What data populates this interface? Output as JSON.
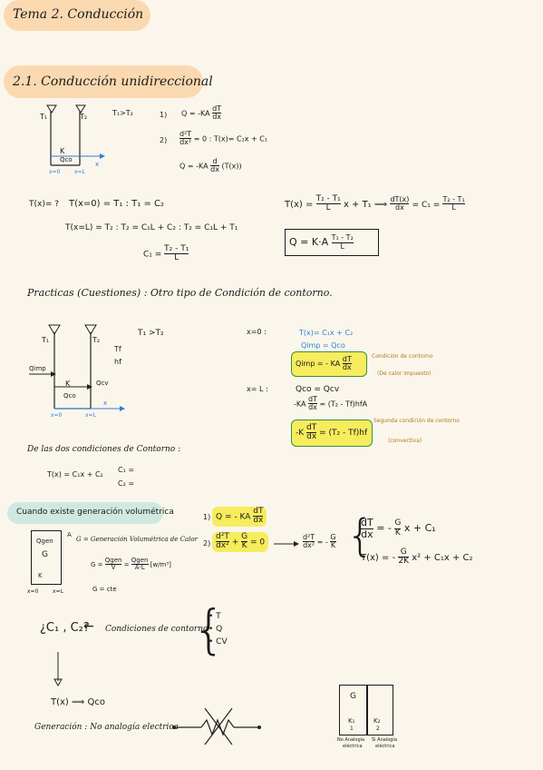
{
  "title": "Tema 2. Conducción",
  "section": "2.1. Conducción unidireccional",
  "block1": {
    "cond": "T₁>T₂",
    "eq1_num": "1)",
    "eq1": "Q = -KA",
    "eq1_frac_num": "dT",
    "eq1_frac_den": "dx",
    "eq2_num": "2)",
    "eq2_frac_num": "d²T",
    "eq2_frac_den": "dx²",
    "eq2_rest": "= 0 :   T(x)= C₁x + C₁",
    "eq3_left": "Q = -KA",
    "eq3_frac_num": "d",
    "eq3_frac_den": "dx",
    "eq3_right": "(T(x))",
    "fig_t1": "T₁",
    "fig_t2": "T₂",
    "fig_k": "K",
    "fig_q": "Qco",
    "fig_x0": "x=0",
    "fig_xl": "x=L",
    "fig_x": "x"
  },
  "block2": {
    "q": "T(x)= ?",
    "b1": "T(x=0) = T₁   :   T₁ = C₂",
    "b2": "T(x=L) = T₂   :   T₂ = C₁L + C₂  :  T₂ = C₁L + T₁",
    "c1_left": "C₁ =",
    "c1_num": "T₂ - T₁",
    "c1_den": "L",
    "r1_left": "T(x) =",
    "r1_num": "T₂ - T₁",
    "r1_den": "L",
    "r1_right": "x + T₁",
    "r1_arrow": "⟹",
    "r1_d_num": "dT(x)",
    "r1_d_den": "dx",
    "r1_eq": "= C₁ =",
    "r1_c_num": "T₂ - T₁",
    "r1_c_den": "L",
    "box_left": "Q = K·A",
    "box_num": "T₁ - T₂",
    "box_den": "L"
  },
  "practica": "Practicas (Cuestiones) : Otro tipo de Condición de contorno.",
  "block3": {
    "cond": "T₁ >T₂",
    "tf": "Tf",
    "hf": "hf",
    "fig_t1": "T₁",
    "fig_t2": "T₂",
    "fig_qimp": "Qimp",
    "fig_k": "K",
    "fig_qco": "Qco",
    "fig_qcv": "Qcv",
    "fig_x0": "x=0",
    "fig_xl": "x=L",
    "fig_x": "x",
    "x0": "x=0 :",
    "blue1": "T(x)= C₁x + C₂",
    "blue2": "Qimp = Qco",
    "g1_left": "Qimp = - KA",
    "g1_num": "dT",
    "g1_den": "dx",
    "note1": "Condición de contorno",
    "note1b": "(De calor impuesto)",
    "xl": "x= L :",
    "l1": "Qco = Qcv",
    "l2_a": "-KA",
    "l2_num": "dT",
    "l2_den": "dx",
    "l2_b": "= (T₂ - Tf)hfA",
    "g2_a": "-K",
    "g2_num": "dT",
    "g2_den": "dx",
    "g2_b": "= (T₂ - Tf)hf",
    "note2": "Segunda condición de contorno",
    "note2b": "(convectiva)",
    "deq": "De las dos condiciones de Contorno :",
    "sol": "T(x) = C₁x + C₂",
    "c1": "C₁ =",
    "c2": "C₂ ="
  },
  "gen": {
    "pill": "Cuando existe generación volumétrica",
    "box_qgen": "Qgen",
    "box_g": "G",
    "box_k": "K",
    "box_a": "A",
    "x0": "x=0",
    "xl": "x=L",
    "def": "G = Generación Volumétrica de Calor",
    "g_left": "G =",
    "g_num1": "Qgen",
    "g_den1": "V",
    "g_eq": "=",
    "g_num2": "Qgen",
    "g_den2": "A·L",
    "g_units": "[w/m³]",
    "gcte": "G = cte",
    "e1_num": "1)",
    "e1_left": "Q = - KA",
    "e1_frac_num": "dT",
    "e1_frac_den": "dx",
    "e2_num": "2)",
    "e2_f1_num": "d²T",
    "e2_f1_den": "dx²",
    "e2_plus": "+",
    "e2_f2_num": "G",
    "e2_f2_den": "K",
    "e2_eq": "= 0",
    "r_f1_num": "d²T",
    "r_f1_den": "dx²",
    "r_eq": "= -",
    "r_f2_num": "G",
    "r_f2_den": "K",
    "s1_num": "dT",
    "s1_den": "dx",
    "s1_eq": "= -",
    "s1_f_num": "G",
    "s1_f_den": "K",
    "s1_rest": "x + C₁",
    "s2_left": "T(x) = -",
    "s2_f_num": "G",
    "s2_f_den": "2K",
    "s2_rest": "x² + C₁x + C₂"
  },
  "bottom": {
    "q": "¿C₁ , C₂?",
    "arrow": "←",
    "cond": "Condiciones de contorno",
    "items": [
      "T",
      "Q",
      "CV"
    ],
    "txq": "T(x) ⟹ Qco",
    "gen": "Generación : No analogía electrica",
    "box_g": "G",
    "box_k": "K₁",
    "box_k1": "1",
    "box_k2": "K₂",
    "box_k22": "2",
    "cap1": "No Analogía",
    "cap1b": "eléctrica",
    "cap2": "Si Analogía",
    "cap2b": "eléctrica"
  }
}
